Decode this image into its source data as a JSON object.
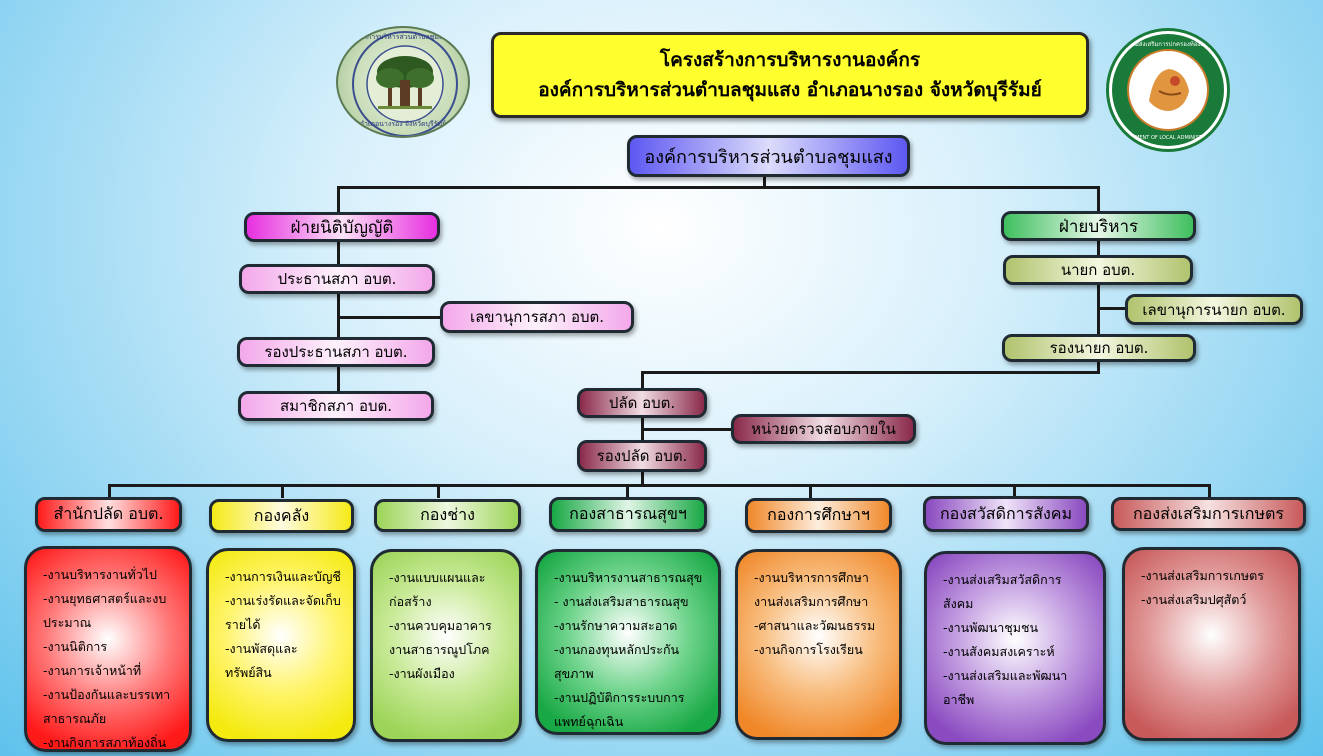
{
  "title": {
    "line1": "โครงสร้างการบริหารงานองค์กร",
    "line2": "องค์การบริหารส่วนตำบลชุมแสง อำเภอนางรอง จังหวัดบุรีรัมย์"
  },
  "seal_left": {
    "icon": "tree-seal-icon",
    "text_top": "องค์การบริหารส่วนตำบลชุมแสง",
    "text_bottom": "อำเภอนางรอง จังหวัดบุรีรัมย์"
  },
  "seal_right": {
    "icon": "dla-seal-icon",
    "text_top": "กรมส่งเสริมการปกครองท้องถิ่น",
    "text_bottom": "DEPARTMENT OF LOCAL ADMINISTRATION"
  },
  "top_node": "องค์การบริหารส่วนตำบลชุมแสง",
  "legislative": {
    "head": "ฝ่ายนิติบัญญัติ",
    "chair": "ประธานสภา อบต.",
    "secretary": "เลขานุการสภา อบต.",
    "vice_chair": "รองประธานสภา อบต.",
    "members": "สมาชิกสภา อบต."
  },
  "executive": {
    "head": "ฝ่ายบริหาร",
    "mayor": "นายก อบต.",
    "secretary": "เลขานุการนายก อบต.",
    "deputy": "รองนายก อบต."
  },
  "palat": "ปลัด อบต.",
  "audit": "หน่วยตรวจสอบภายใน",
  "deputy_palat": "รองปลัด อบต.",
  "departments": [
    {
      "name": "สำนักปลัด อบต.",
      "items": [
        "-งานบริหารงานทั่วไป",
        "-งานยุทธศาสตร์และงบประมาณ",
        "-งานนิติการ",
        "-งานการเจ้าหน้าที่",
        "-งานป้องกันและบรรเทาสาธารณภัย",
        "-งานกิจการสภาท้องถิ่น"
      ]
    },
    {
      "name": "กองคลัง",
      "items": [
        "-งานการเงินและบัญชี",
        "-งานเร่งรัดและจัดเก็บรายได้",
        "-งานพัสดุและทรัพย์สิน"
      ]
    },
    {
      "name": "กองช่าง",
      "items": [
        "-งานแบบแผนและก่อสร้าง",
        "-งานควบคุมอาคาร งานสาธารณูปโภค",
        "-งานผังเมือง"
      ]
    },
    {
      "name": "กองสาธารณสุขฯ",
      "items": [
        "-งานบริหารงานสาธารณสุข",
        "- งานส่งเสริมสาธารณสุข",
        "-งานรักษาความสะอาด",
        "-งานกองทุนหลักประกันสุขภาพ",
        "-งานปฏิบัติการระบบการแพทย์ฉุกเฉิน"
      ]
    },
    {
      "name": "กองการศึกษาฯ",
      "items": [
        "-งานบริหารการศึกษา",
        "งานส่งเสริมการศึกษา",
        "-ศาสนาและวัฒนธรรม",
        "-งานกิจการโรงเรียน"
      ]
    },
    {
      "name": "กองสวัสดิการสังคม",
      "items": [
        "-งานส่งเสริมสวัสดิการสังคม",
        "-งานพัฒนาชุมชน",
        "-งานสังคมสงเคราะห์",
        "-งานส่งเสริมและพัฒนาอาชีพ"
      ]
    },
    {
      "name": "กองส่งเสริมการเกษตร",
      "items": [
        "-งานส่งเสริมการเกษตร",
        "-งานส่งเสริมปศุสัตว์"
      ]
    }
  ]
}
